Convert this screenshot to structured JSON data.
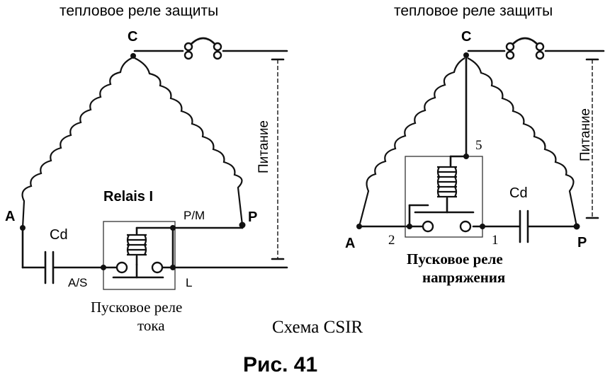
{
  "left_diagram": {
    "top_caption": "тепловое реле защиты",
    "node_c": "C",
    "node_a": "A",
    "node_p": "P",
    "supply_label": "Питание",
    "relay_title": "Relais I",
    "capacitor_label": "Cd",
    "terminal_pm": "P/M",
    "terminal_as": "A/S",
    "terminal_l": "L",
    "relay_caption_line1": "Пусковое реле",
    "relay_caption_line2": "тока"
  },
  "right_diagram": {
    "top_caption": "тепловое реле защиты",
    "node_c": "C",
    "node_a": "A",
    "node_p": "P",
    "supply_label": "Питание",
    "capacitor_label": "Cd",
    "terminal_5": "5",
    "terminal_2": "2",
    "terminal_1": "1",
    "relay_caption_line1": "Пусковое реле",
    "relay_caption_line2": "напряжения"
  },
  "scheme_title": "Схема CSIR",
  "figure_caption": "Рис. 41"
}
